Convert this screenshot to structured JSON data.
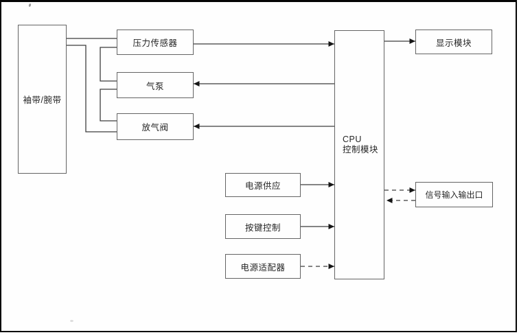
{
  "diagram": {
    "type": "block-diagram",
    "nodes": {
      "cuff": {
        "label": "袖带/腕带"
      },
      "pressure_sensor": {
        "label": "压力传感器"
      },
      "air_pump": {
        "label": "气泵"
      },
      "deflation_valve": {
        "label": "放气阀"
      },
      "cpu": {
        "line1": "CPU",
        "line2": "控制模块"
      },
      "display_module": {
        "label": "显示模块"
      },
      "signal_io_port": {
        "label": "信号输入输出口"
      },
      "power_supply": {
        "label": "电源供应"
      },
      "key_control": {
        "label": "按键控制"
      },
      "power_adapter": {
        "label": "电源适配器"
      }
    },
    "edges": [
      {
        "from": "袖带/腕带",
        "to": "压力传感器",
        "style": "line-plain"
      },
      {
        "from": "袖带/腕带",
        "to": "放气阀",
        "style": "line-plain"
      },
      {
        "from": "压力传感器",
        "to": "气泵",
        "style": "line-plain"
      },
      {
        "from": "气泵",
        "to": "放气阀",
        "style": "line-plain"
      },
      {
        "from": "压力传感器",
        "to": "CPU控制模块",
        "style": "arrow-solid"
      },
      {
        "from": "CPU控制模块",
        "to": "气泵",
        "style": "arrow-solid"
      },
      {
        "from": "CPU控制模块",
        "to": "放气阀",
        "style": "arrow-solid"
      },
      {
        "from": "电源供应",
        "to": "CPU控制模块",
        "style": "arrow-solid"
      },
      {
        "from": "按键控制",
        "to": "CPU控制模块",
        "style": "arrow-solid"
      },
      {
        "from": "电源适配器",
        "to": "CPU控制模块",
        "style": "arrow-dashed"
      },
      {
        "from": "CPU控制模块",
        "to": "显示模块",
        "style": "arrow-solid"
      },
      {
        "from": "CPU控制模块",
        "to": "信号输入输出口",
        "style": "arrow-dashed"
      },
      {
        "from": "信号输入输出口",
        "to": "CPU控制模块",
        "style": "arrow-dashed"
      }
    ],
    "colors": {
      "background": "#fefefe",
      "frame": "#050505",
      "box_border": "#636363",
      "wire": "#3c3c3c",
      "text": "#262626"
    }
  }
}
